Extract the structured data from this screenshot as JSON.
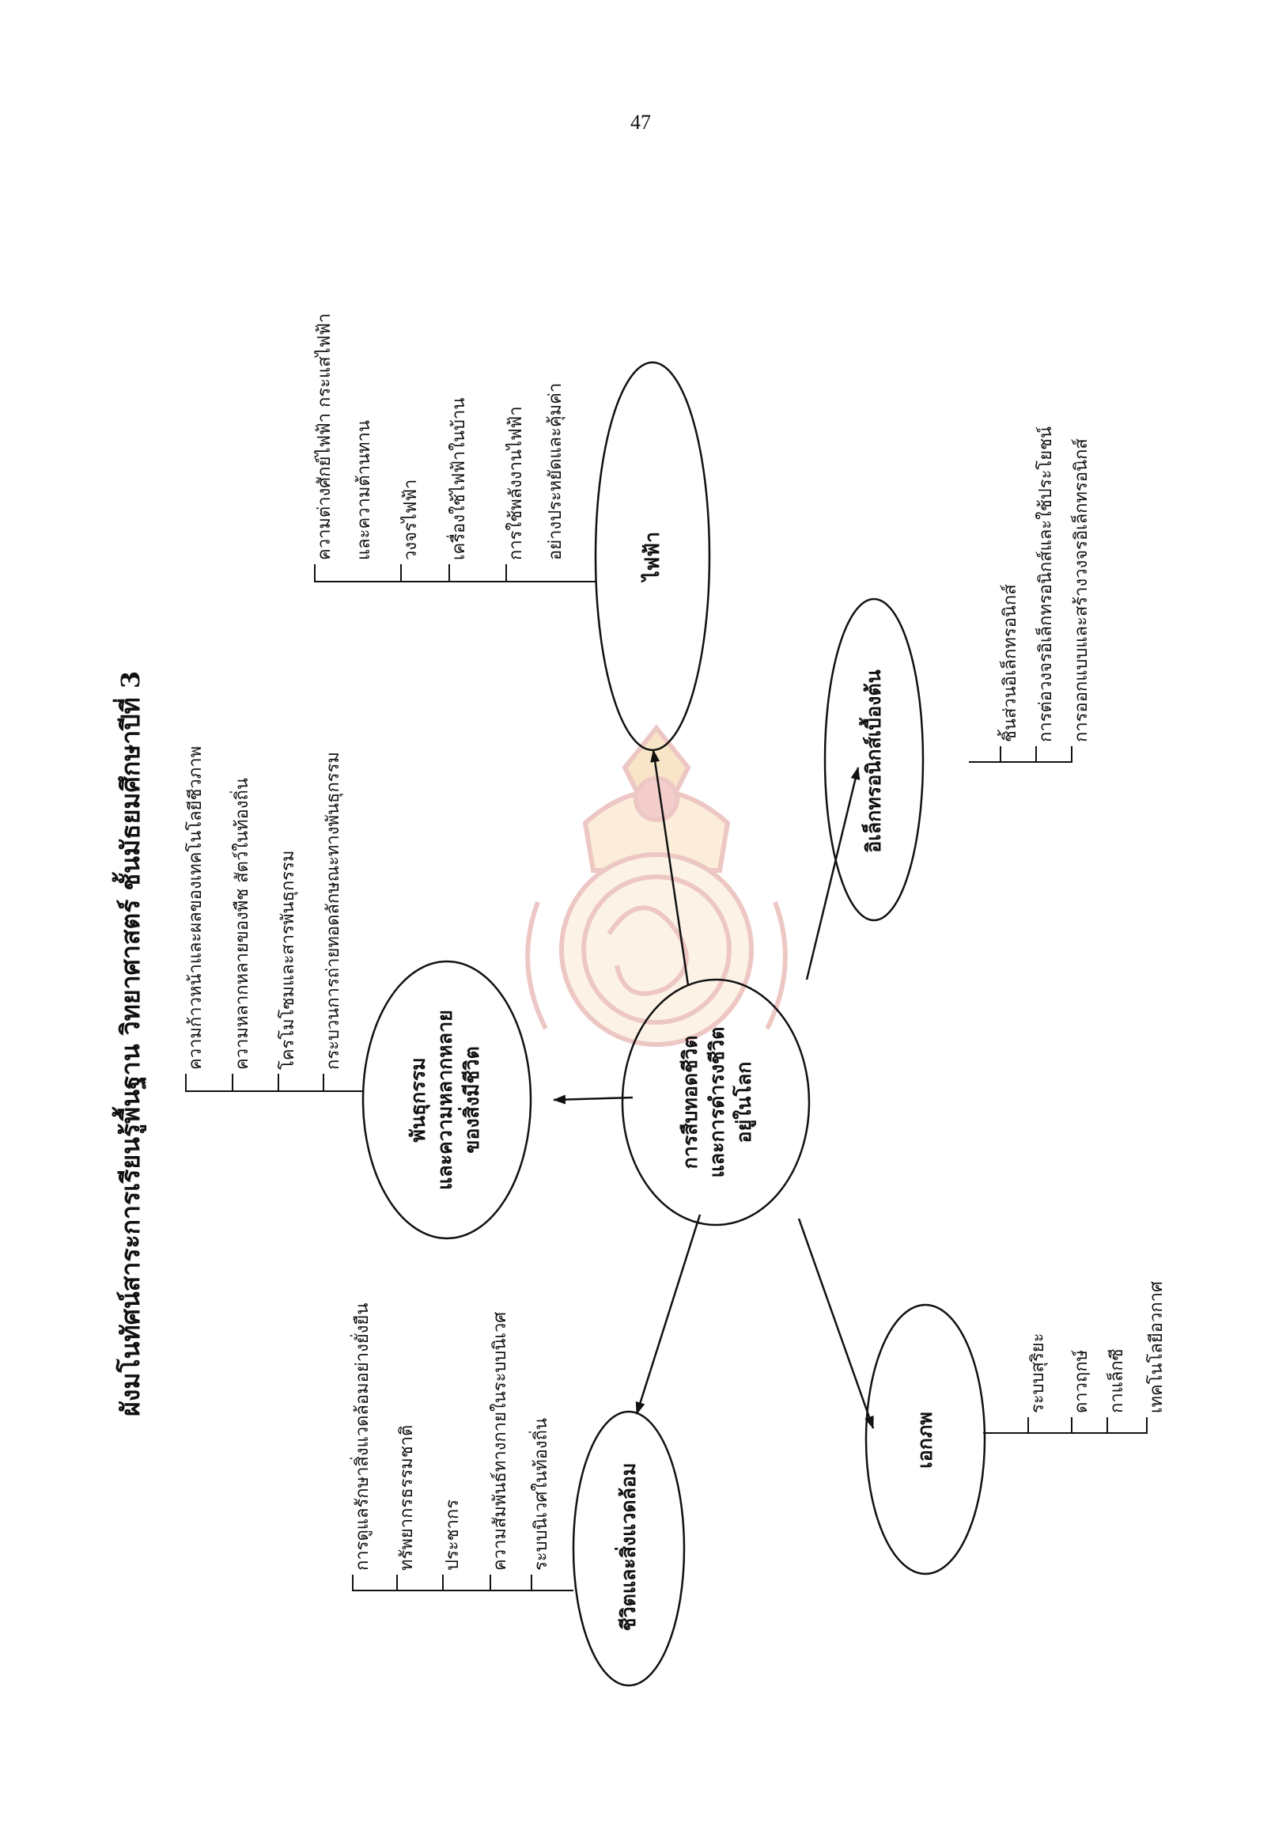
{
  "page_number": "47",
  "title": "ผังมโนทัศน์สาระการเรียนรู้พื้นฐาน  วิทยาศาสตร์ ชั้นมัธยมศึกษาปีที่ 3",
  "center": {
    "label_lines": [
      "การสืบทอดชีวิต",
      "และการดำรงชีวิต",
      "อยู่ในโลก"
    ]
  },
  "nodes": {
    "electricity": {
      "label_lines": [
        "ไฟฟ้า"
      ],
      "items": [
        "ความต่างศักย์ไฟฟ้า กระแสไฟฟ้า",
        "และความต้านทาน",
        "วงจรไฟฟ้า",
        "เครื่องใช้ไฟฟ้าในบ้าน",
        "การใช้พลังงานไฟฟ้า",
        "อย่างประหยัดและคุ้มค่า"
      ]
    },
    "electronics": {
      "label_lines": [
        "อิเล็กทรอนิกส์เบื้องต้น"
      ],
      "items": [
        "ชิ้นส่วนอิเล็กทรอนิกส์",
        "การต่อวงจรอิเล็กทรอนิกส์และใช้ประโยชน์",
        "การออกแบบและสร้างวงจรอิเล็กทรอนิกส์"
      ]
    },
    "genetics": {
      "label_lines": [
        "พันธุกรรม",
        "และความหลากหลาย",
        "ของสิ่งมีชีวิต"
      ],
      "items": [
        "ความก้าวหน้าและผลของเทคโนโลยีชีวภาพ",
        "ความหลากหลายของพืช สัตว์ในท้องถิ่น",
        "โครโมโซมและสารพันธุกรรม",
        "กระบวนการถ่ายทอดลักษณะทางพันธุกรรม"
      ]
    },
    "universe": {
      "label_lines": [
        "เอกภพ"
      ],
      "items": [
        "ระบบสุริยะ",
        "ดาวฤกษ์",
        "กาแล็กซี",
        "เทคโนโลยีอวกาศ"
      ]
    },
    "ecology": {
      "label_lines": [
        "ชีวิตและสิ่งแวดล้อม"
      ],
      "items": [
        "การดูแลรักษาสิ่งแวดล้อมอย่างยั่งยืน",
        "ทรัพยากรธรรมชาติ",
        "ประชากร",
        "ความสัมพันธ์ทางกายในระบบนิเวศ",
        "ระบบนิเวศในท้องถิ่น"
      ]
    }
  },
  "colors": {
    "ink": "#111111",
    "watermark": "#c0392b"
  },
  "icons": {
    "watermark": "ministry-seal-watermark"
  }
}
